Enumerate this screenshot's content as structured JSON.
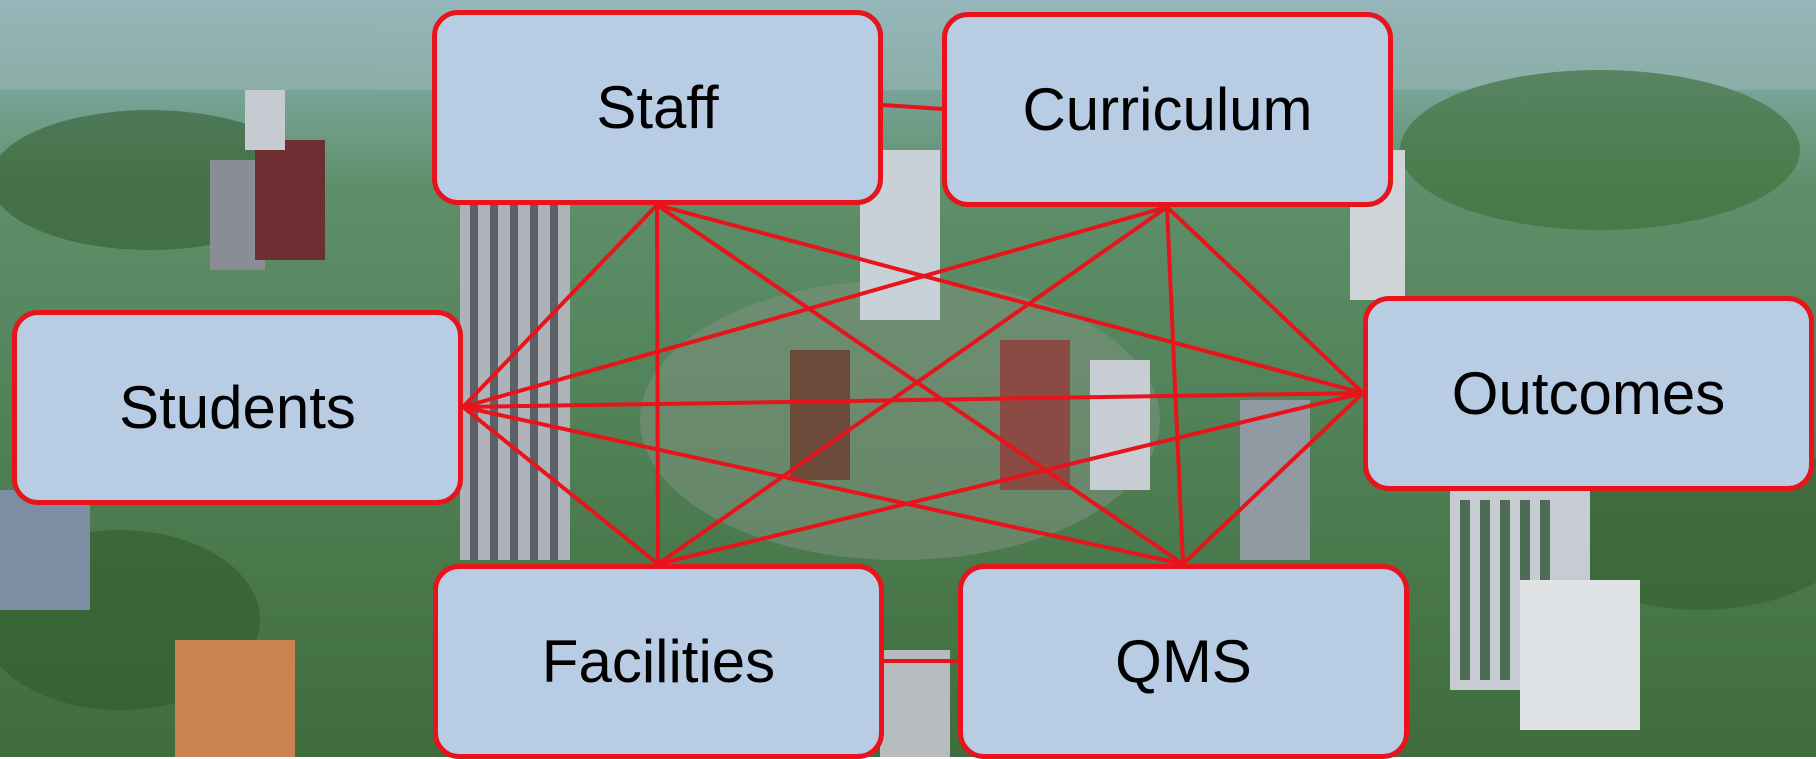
{
  "diagram": {
    "nodes": [
      {
        "id": "staff",
        "label": "Staff"
      },
      {
        "id": "curriculum",
        "label": "Curriculum"
      },
      {
        "id": "students",
        "label": "Students"
      },
      {
        "id": "outcomes",
        "label": "Outcomes"
      },
      {
        "id": "facilities",
        "label": "Facilities"
      },
      {
        "id": "qms",
        "label": "QMS"
      }
    ],
    "edges": [
      [
        "staff",
        "curriculum"
      ],
      [
        "staff",
        "students"
      ],
      [
        "staff",
        "outcomes"
      ],
      [
        "staff",
        "facilities"
      ],
      [
        "staff",
        "qms"
      ],
      [
        "curriculum",
        "students"
      ],
      [
        "curriculum",
        "outcomes"
      ],
      [
        "curriculum",
        "facilities"
      ],
      [
        "curriculum",
        "qms"
      ],
      [
        "students",
        "outcomes"
      ],
      [
        "students",
        "facilities"
      ],
      [
        "students",
        "qms"
      ],
      [
        "outcomes",
        "facilities"
      ],
      [
        "outcomes",
        "qms"
      ],
      [
        "facilities",
        "qms"
      ]
    ],
    "colors": {
      "node_fill": "#b8cce4",
      "node_border": "#e8131b",
      "connector": "#e8131b",
      "label": "#000000"
    },
    "background": "aerial city skyline photo"
  }
}
